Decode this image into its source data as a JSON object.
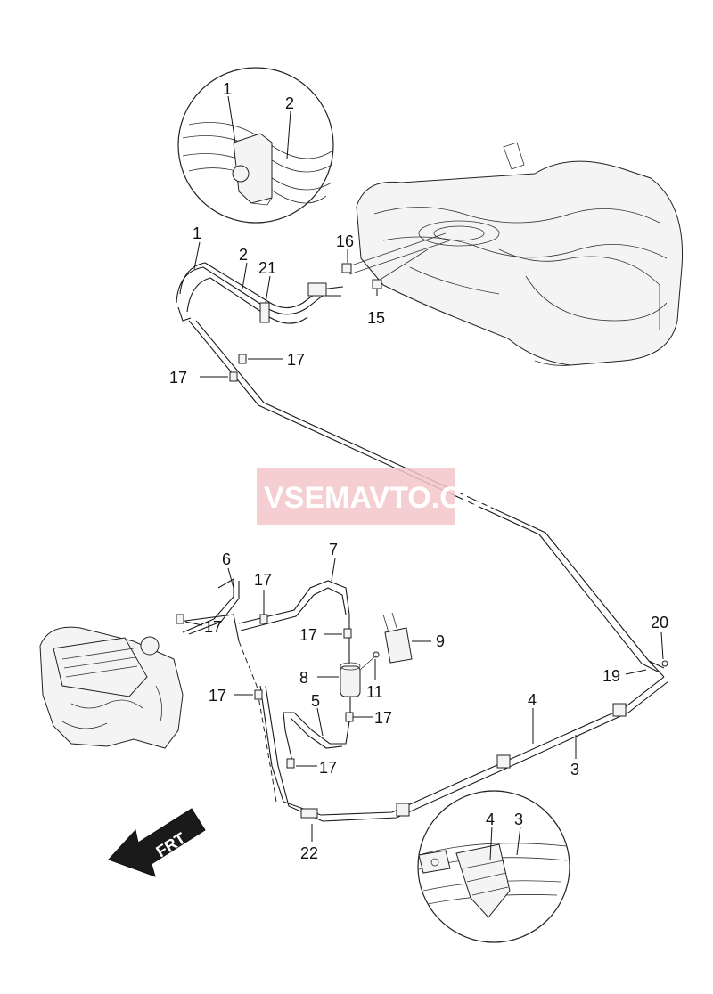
{
  "watermark": "VSEMAVTO.COM",
  "front_arrow_label": "FRT",
  "callouts": {
    "c1": "1",
    "c2": "2",
    "c1b": "1",
    "c2b": "2",
    "c21": "21",
    "c16": "16",
    "c15": "15",
    "c17a": "17",
    "c17b": "17",
    "c17c": "17",
    "c17d": "17",
    "c17e": "17",
    "c17f": "17",
    "c17g": "17",
    "c17h": "17",
    "c6": "6",
    "c7": "7",
    "c8": "8",
    "c9": "9",
    "c11": "11",
    "c5": "5",
    "c4": "4",
    "c3": "3",
    "c4b": "4",
    "c3b": "3",
    "c19": "19",
    "c20": "20",
    "c22": "22"
  }
}
